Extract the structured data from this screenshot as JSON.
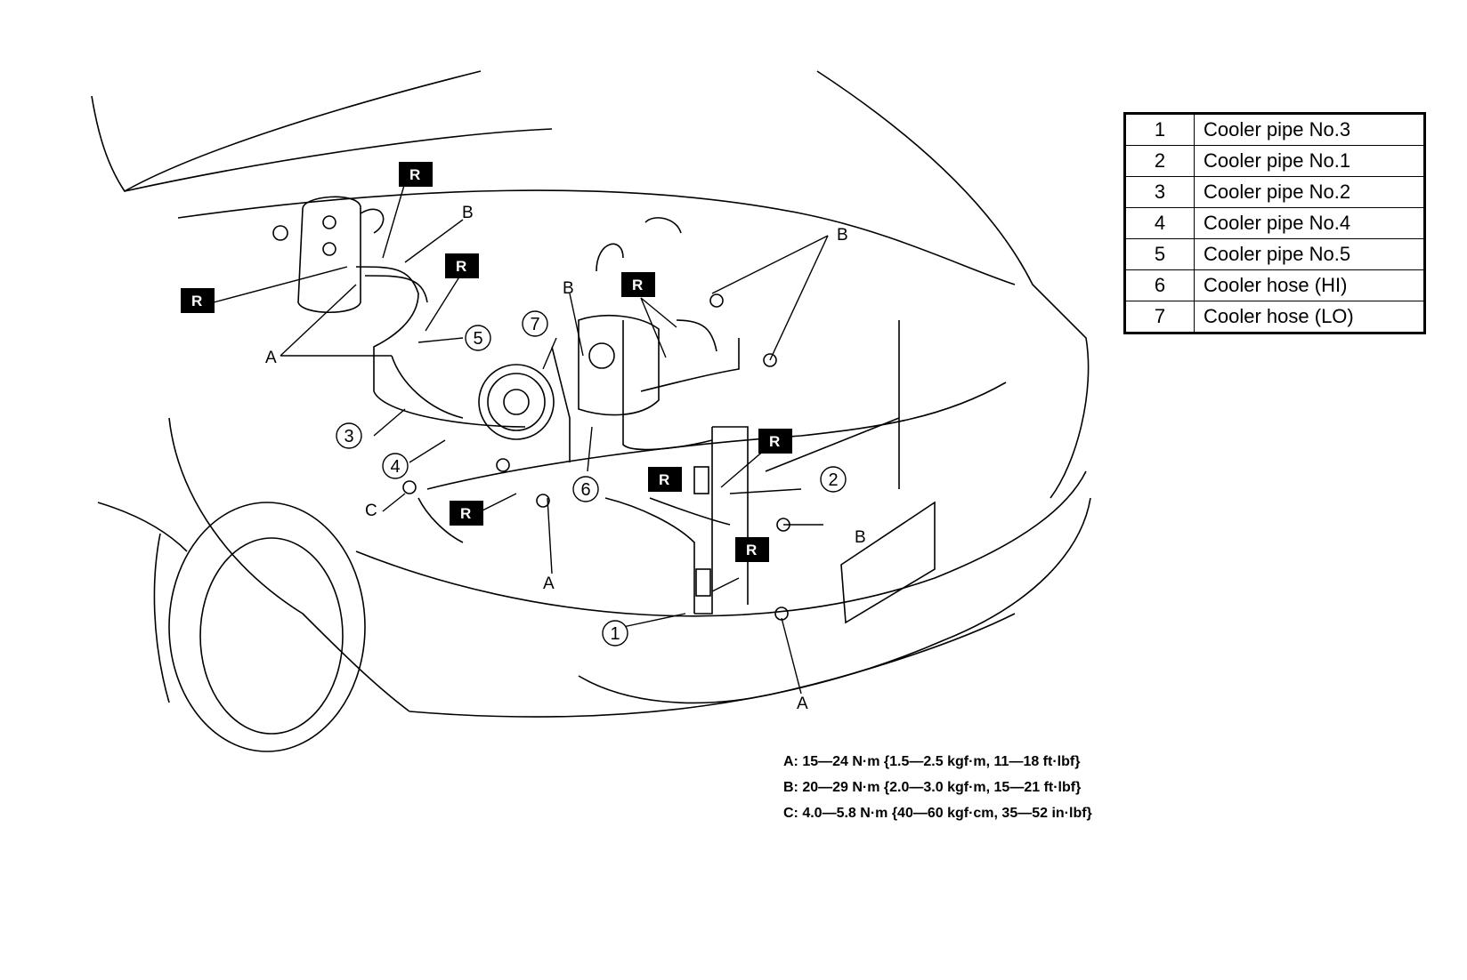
{
  "parts": [
    {
      "no": "1",
      "name": "Cooler pipe No.3"
    },
    {
      "no": "2",
      "name": "Cooler pipe No.1"
    },
    {
      "no": "3",
      "name": "Cooler pipe No.2"
    },
    {
      "no": "4",
      "name": "Cooler pipe No.4"
    },
    {
      "no": "5",
      "name": "Cooler pipe No.5"
    },
    {
      "no": "6",
      "name": "Cooler hose (HI)"
    },
    {
      "no": "7",
      "name": "Cooler hose (LO)"
    }
  ],
  "torque_specs": [
    "A: 15—24 N·m {1.5—2.5 kgf·m, 11—18 ft·lbf}",
    "B: 20—29 N·m {2.0—3.0 kgf·m, 15—21 ft·lbf}",
    "C: 4.0—5.8 N·m {40—60 kgf·cm, 35—52 in·lbf}"
  ],
  "callouts": {
    "c1": "1",
    "c2": "2",
    "c3": "3",
    "c4": "4",
    "c5": "5",
    "c6": "6",
    "c7": "7"
  },
  "letters": {
    "a": "A",
    "b": "B",
    "c": "C"
  },
  "replace_tag": "R"
}
